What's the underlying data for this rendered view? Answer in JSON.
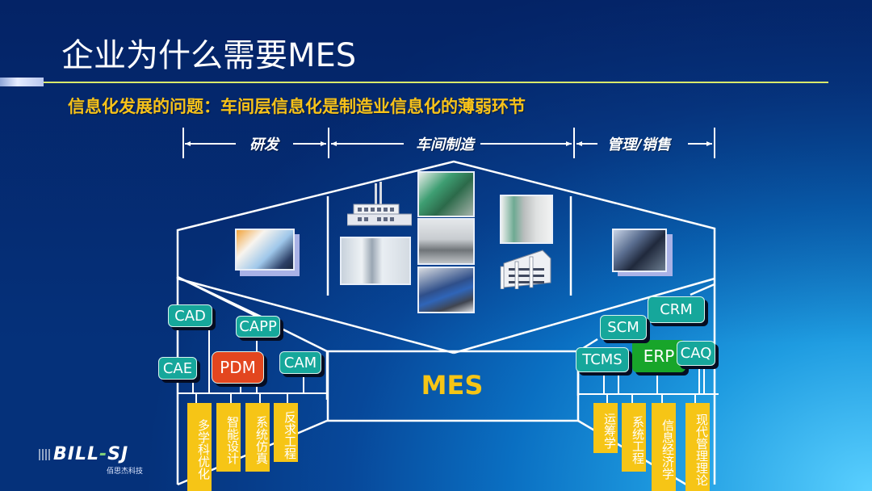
{
  "slide": {
    "title": "企业为什么需要MES",
    "subtitle": "信息化发展的问题：车间层信息化是制造业信息化的薄弱环节",
    "colors": {
      "title_rule": "#d9e86a",
      "subtitle": "#f7c21a",
      "teal_box": "#16a79b",
      "pdm_box": "#e3461f",
      "erp_box": "#18a52a",
      "yellow_column": "#f6c516",
      "mes_label": "#f6c516"
    }
  },
  "phases": [
    {
      "label": "研发"
    },
    {
      "label": "车间制造"
    },
    {
      "label": "管理/销售"
    }
  ],
  "photos": {
    "rd": [
      "meeting-photo"
    ],
    "shopfloor": [
      "factory-building-icon",
      "control-cabinet-photo",
      "green-machinery-photo",
      "lab-computer-photo",
      "blue-machinery-photo",
      "motor-photo",
      "office-building-icon"
    ],
    "management": [
      "business-meeting-photo"
    ]
  },
  "center": {
    "label": "MES"
  },
  "left_systems": [
    {
      "label": "CAD"
    },
    {
      "label": "CAPP"
    },
    {
      "label": "CAE"
    },
    {
      "label": "PDM"
    },
    {
      "label": "CAM"
    }
  ],
  "right_systems": [
    {
      "label": "CRM"
    },
    {
      "label": "SCM"
    },
    {
      "label": "TCMS"
    },
    {
      "label": "ERP"
    },
    {
      "label": "CAQ"
    }
  ],
  "left_methods": [
    {
      "label": "多学科优化"
    },
    {
      "label": "智能设计"
    },
    {
      "label": "系统仿真"
    },
    {
      "label": "反求工程"
    }
  ],
  "right_methods": [
    {
      "label": "运筹学"
    },
    {
      "label": "系统工程"
    },
    {
      "label": "信息经济学"
    },
    {
      "label": "现代管理理论"
    }
  ],
  "logo": {
    "name_part1": "BILL",
    "name_dash": "-",
    "name_part2": "SJ",
    "company": "佰思杰科技"
  }
}
